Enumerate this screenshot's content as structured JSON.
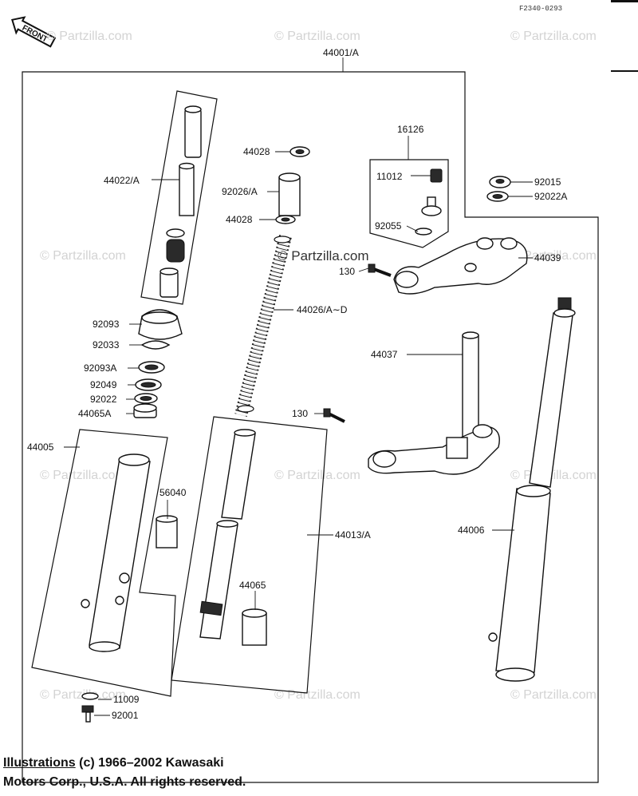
{
  "diagram": {
    "code": "F2340-0293",
    "front_label": "FRONT",
    "watermark": "© Partzilla.com",
    "watermark_main": "© Partzilla.com",
    "copyright": {
      "line1_prefix": "Illustrations",
      "line1_rest": " (c) 1966–2002 Kawasaki",
      "line2": "Motors Corp., U.S.A.  All rights reserved."
    },
    "labels": {
      "p44001": "44001/A",
      "p44022": "44022/A",
      "p44028a": "44028",
      "p92026": "92026/A",
      "p44028b": "44028",
      "p16126": "16126",
      "p11012": "11012",
      "p92055": "92055",
      "p92015": "92015",
      "p92022a": "92022A",
      "p44039": "44039",
      "p130a": "130",
      "p44026": "44026/A∼D",
      "p92093": "92093",
      "p92033": "92033",
      "p92093a": "92093A",
      "p92049": "92049",
      "p92022": "92022",
      "p44065a": "44065A",
      "p44037": "44037",
      "p130b": "130",
      "p44005": "44005",
      "p56040": "56040",
      "p44013": "44013/A",
      "p44006": "44006",
      "p44065": "44065",
      "p11009": "11009",
      "p92001": "92001"
    }
  }
}
